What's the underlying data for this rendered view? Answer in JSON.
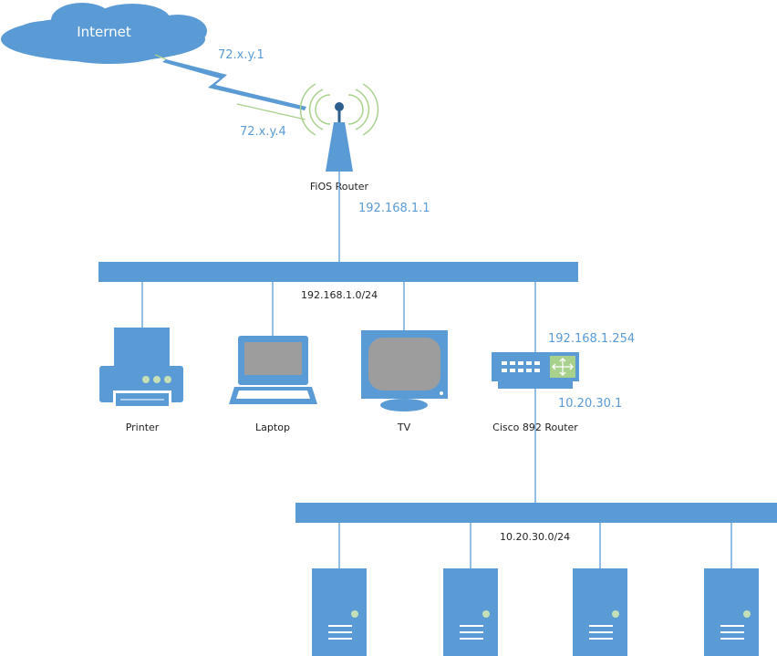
{
  "colors": {
    "primary": "#5b9bd5",
    "dark": "#2e5e8e",
    "screen": "#9d9d9d",
    "signal": "#a9d18e",
    "led": "#c5e0b4",
    "white": "#ffffff"
  },
  "internet": {
    "label": "Internet"
  },
  "fios": {
    "wan_ip_isp": "72.x.y.1",
    "wan_ip_router": "72.x.y.4",
    "label": "FiOS Router",
    "lan_ip": "192.168.1.1"
  },
  "lan1": {
    "subnet": "192.168.1.0/24",
    "devices": [
      {
        "label": "Printer",
        "icon": "printer-icon"
      },
      {
        "label": "Laptop",
        "icon": "laptop-icon"
      },
      {
        "label": "TV",
        "icon": "tv-icon"
      }
    ]
  },
  "cisco": {
    "label": "Cisco 892 Router",
    "ip_outside": "192.168.1.254",
    "ip_inside": "10.20.30.1",
    "icon": "router-icon"
  },
  "lan2": {
    "subnet": "10.20.30.0/24",
    "servers": [
      {
        "icon": "server-icon"
      },
      {
        "icon": "server-icon"
      },
      {
        "icon": "server-icon"
      },
      {
        "icon": "server-icon"
      }
    ]
  }
}
